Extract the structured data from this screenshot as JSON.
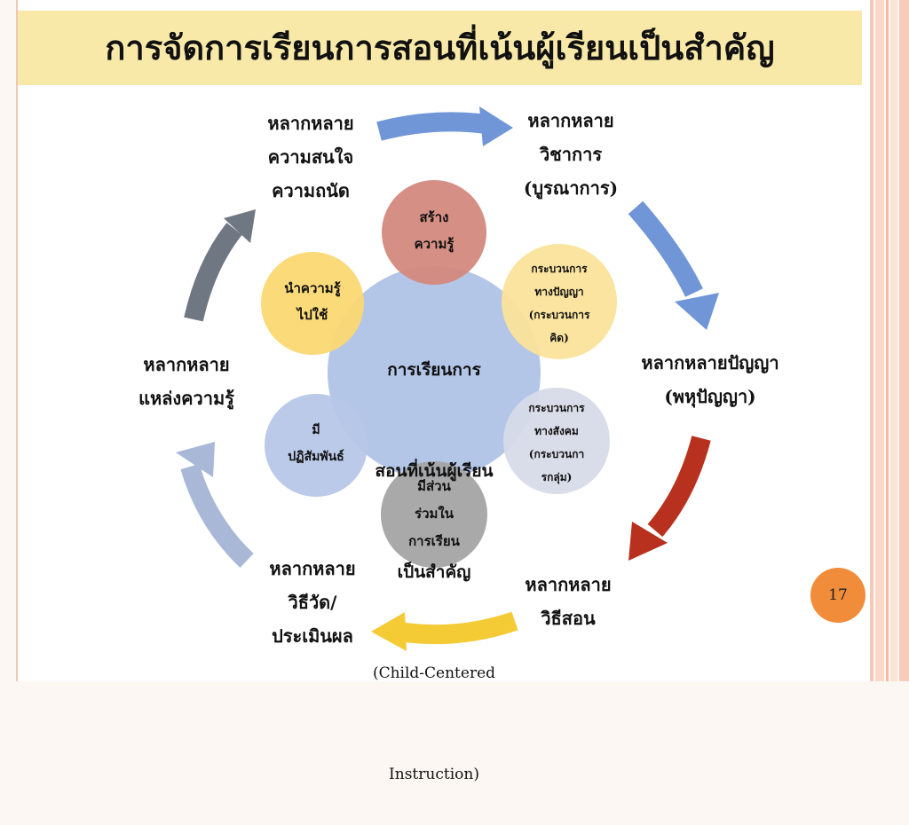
{
  "slide": {
    "title": "การจัดการเรียนการสอนที่เน้นผู้เรียนเป็นสำคัญ",
    "page_number": "17"
  },
  "center": {
    "line1": "การเรียนการ",
    "line2": "สอนที่เน้นผู้เรียน",
    "line3": "เป็นสำคัญ",
    "line4": "(Child-Centered",
    "line5": "Instruction)"
  },
  "inner_circles": {
    "create_knowledge": "สร้าง\nความรู้",
    "intellectual_process": "กระบวนการ\nทางปัญญา\n(กระบวนการ\nคิด)",
    "social_process": "กระบวนการ\nทางสังคม\n(กระบวนกา\nรกลุ่ม)",
    "participation": "มีส่วน\nร่วมใน\nการเรียน",
    "interaction": "มี\nปฏิสัมพันธ์",
    "apply_knowledge": "นำความรู้\nไปใช้"
  },
  "outer_labels": {
    "interests": "หลากหลาย\nความสนใจ\nความถนัด",
    "subjects": "หลากหลาย\nวิชาการ\n(บูรณาการ)",
    "intelligence": "หลากหลายปัญญา\n(พหุปัญญา)",
    "methods": "หลากหลาย\nวิธีสอน",
    "assessment": "หลากหลาย\nวิธีวัด/\nประเมินผล",
    "sources": "หลากหลาย\nแหล่งความรู้"
  },
  "colors": {
    "title_bg": "#f9e9a9",
    "center_circle": "#b3c6e7",
    "create_knowledge": "#d4897d",
    "intellectual_process": "#fbe39b",
    "social_process": "#d7dbe8",
    "participation": "#a4a4a4",
    "interaction": "#b7c7e7",
    "apply_knowledge": "#fbd872",
    "arrow_blue": "#7096d8",
    "arrow_red": "#b8311f",
    "arrow_yellow": "#f4cb35",
    "arrow_lightblue": "#a9b8d6",
    "arrow_gray": "#6f7782",
    "page_badge": "#f08c3a"
  }
}
